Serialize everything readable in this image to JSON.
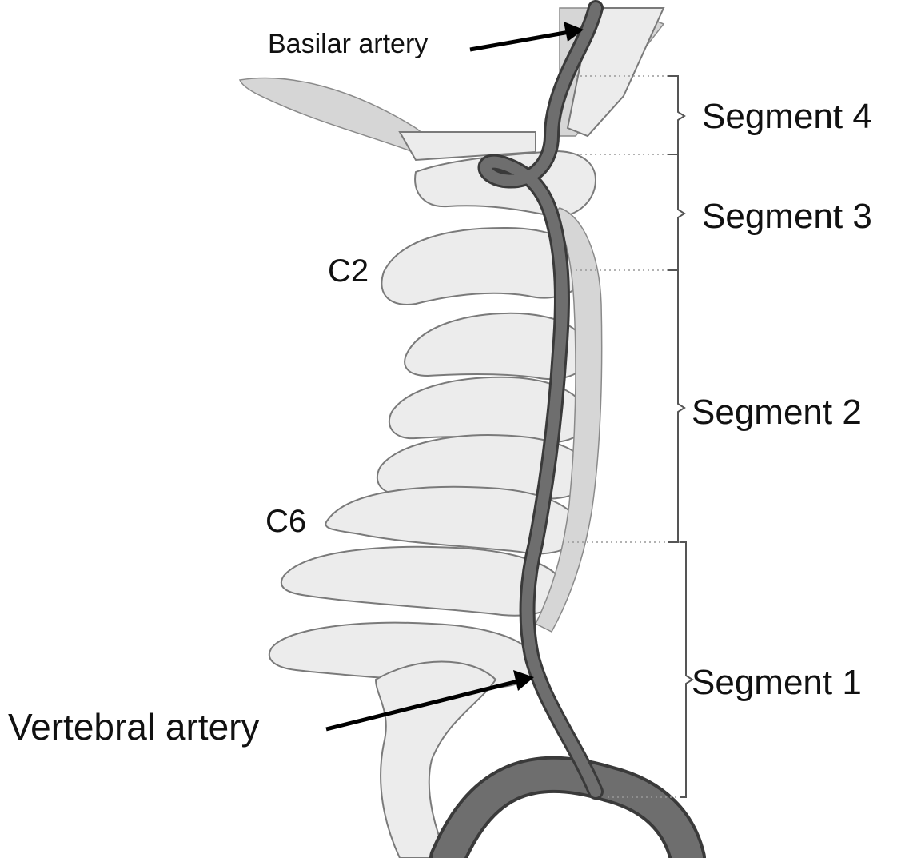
{
  "labels": {
    "basilar": "Basilar artery",
    "vertebral": "Vertebral artery",
    "c2": "C2",
    "c6": "C6",
    "segment4": "Segment 4",
    "segment3": "Segment 3",
    "segment2": "Segment 2",
    "segment1": "Segment 1"
  },
  "colors": {
    "bone": "#ececec",
    "artery": "#6e6e6e",
    "text": "#111111"
  }
}
